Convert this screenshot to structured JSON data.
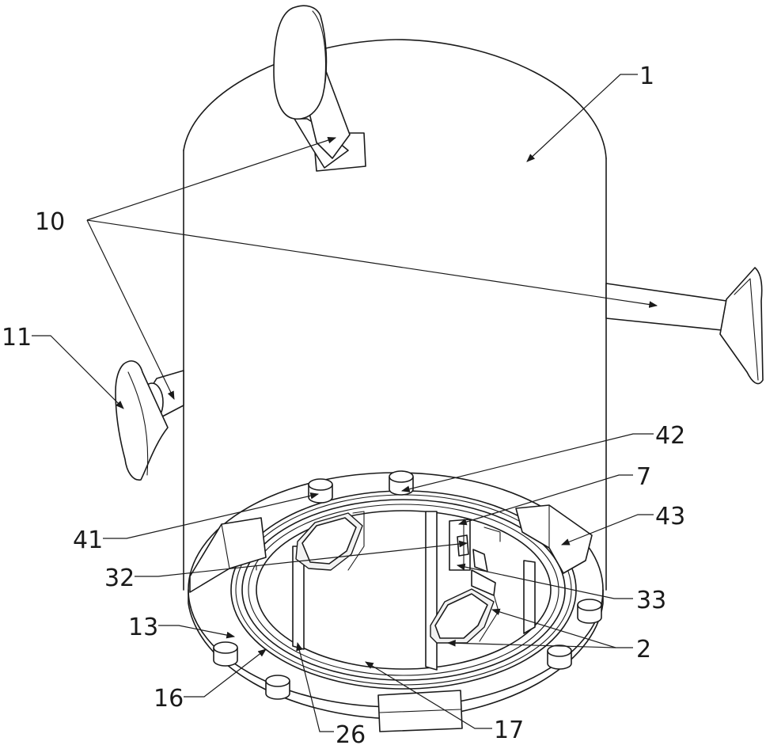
{
  "labels": {
    "l1": "1",
    "l10": "10",
    "l11": "11",
    "l42": "42",
    "l7": "7",
    "l43": "43",
    "l41": "41",
    "l32": "32",
    "l33": "33",
    "l13": "13",
    "l2": "2",
    "l16": "16",
    "l26": "26",
    "l17": "17"
  }
}
